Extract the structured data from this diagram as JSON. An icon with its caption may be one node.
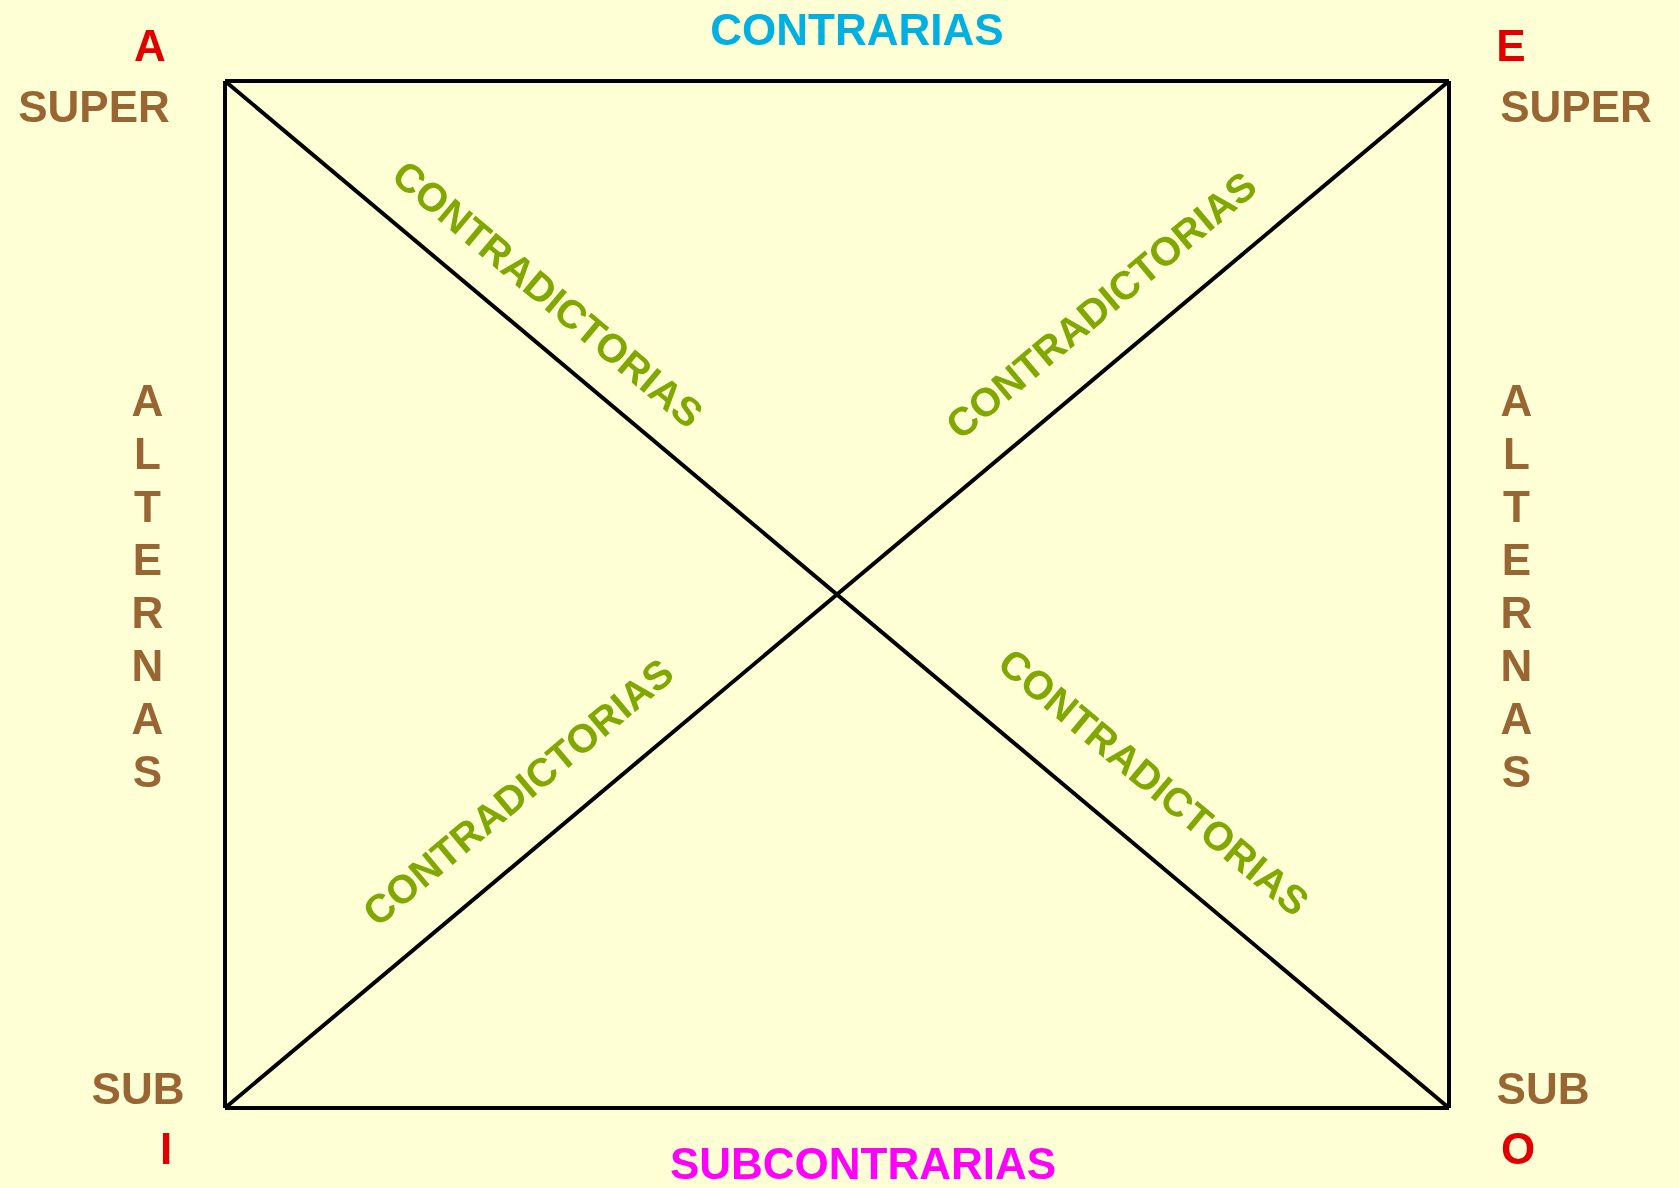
{
  "diagram": {
    "nodes": [
      {
        "text": [
          "A",
          "SUPER"
        ]
      },
      {
        "text": [
          "E",
          "SUPER"
        ]
      },
      {
        "text": [
          "SUB",
          "I"
        ]
      },
      {
        "text": [
          "SUB",
          "O"
        ]
      }
    ],
    "edges": [
      {
        "from": 0,
        "to": 1,
        "arrow": "none",
        "label": "CONTRARIAS"
      },
      {
        "from": 0,
        "to": 2,
        "arrow": "none",
        "label": "ALTERNAS"
      },
      {
        "from": 1,
        "to": 3,
        "arrow": "none",
        "label": "ALTERNAS"
      },
      {
        "from": 2,
        "to": 3,
        "arrow": "none",
        "label": "SUBCONTRARIAS"
      },
      {
        "from": 0,
        "to": 3,
        "arrow": "none",
        "label": "CONTRADICTORIAS"
      },
      {
        "from": 1,
        "to": 2,
        "arrow": "none",
        "label": "CONTRADICTORIAS"
      }
    ],
    "labels": [
      "CONTRADICTORIAS",
      "CONTRADICTORIAS"
    ]
  }
}
